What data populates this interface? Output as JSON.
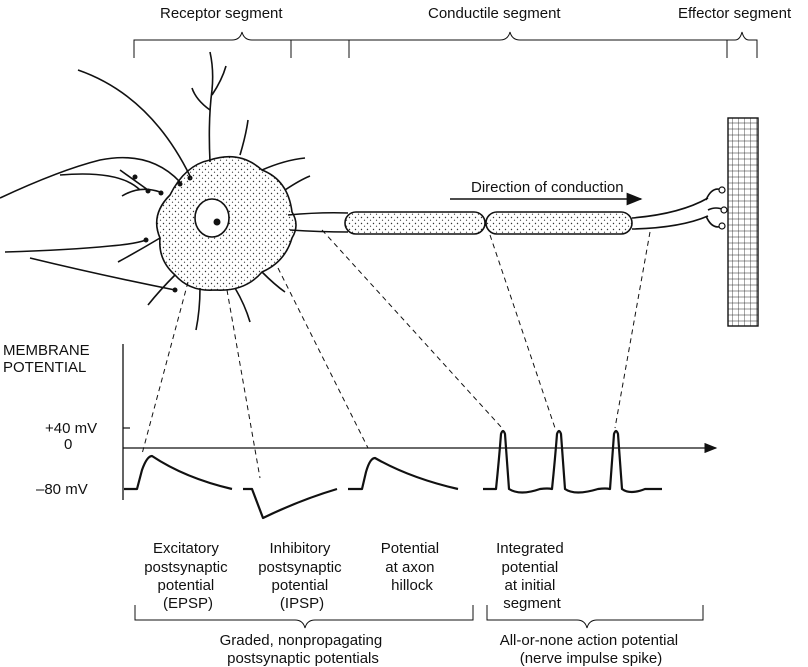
{
  "segments": {
    "receptor": "Receptor segment",
    "conductile": "Conductile segment",
    "effector": "Effector segment"
  },
  "direction_label": "Direction of conduction",
  "axis": {
    "title_line1": "MEMBRANE",
    "title_line2": "POTENTIAL",
    "tick_plus40": "+40 mV",
    "tick_zero": "0",
    "tick_minus80": "–80 mV"
  },
  "potentials": [
    {
      "lines": [
        "Excitatory",
        "postsynaptic",
        "potential",
        "(EPSP)"
      ]
    },
    {
      "lines": [
        "Inhibitory",
        "postsynaptic",
        "potential",
        "(IPSP)"
      ]
    },
    {
      "lines": [
        "Potential",
        "at axon",
        "hillock"
      ]
    },
    {
      "lines": [
        "Integrated",
        "potential",
        "at initial",
        "segment"
      ]
    }
  ],
  "groups": {
    "graded_line1": "Graded, nonpropagating",
    "graded_line2": "postsynaptic potentials",
    "allornone_line1": "All-or-none action potential",
    "allornone_line2": "(nerve impulse spike)"
  },
  "colors": {
    "ink": "#111111",
    "background": "#ffffff"
  }
}
